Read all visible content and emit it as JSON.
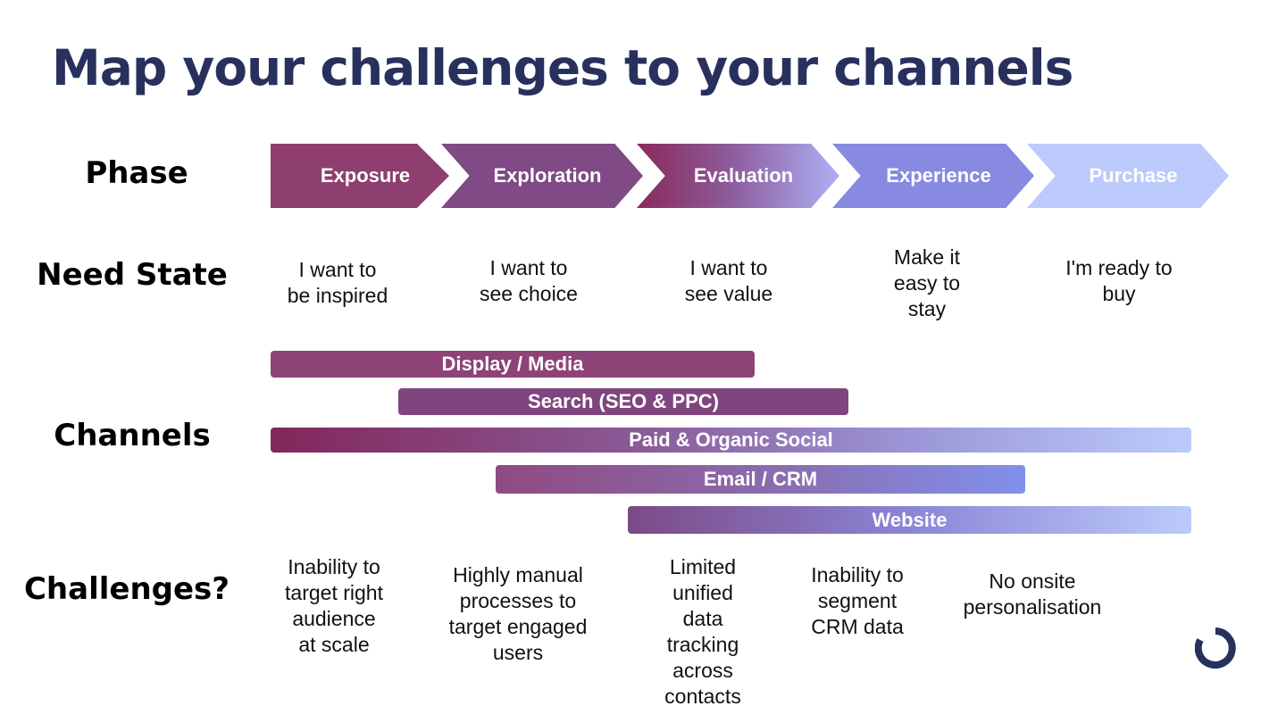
{
  "title": "Map your challenges to your channels",
  "row_labels": {
    "phase": "Phase",
    "need_state": "Need State",
    "channels": "Channels",
    "challenges": "Challenges?"
  },
  "phases": [
    "Exposure",
    "Exploration",
    "Evaluation",
    "Experience",
    "Purchase"
  ],
  "need_states": [
    [
      "I want to",
      "be inspired"
    ],
    [
      "I want to",
      "see choice"
    ],
    [
      "I want to",
      "see value"
    ],
    [
      "Make it",
      "easy to",
      "stay"
    ],
    [
      "I'm ready to",
      "buy"
    ]
  ],
  "channels": [
    "Display / Media",
    "Search (SEO & PPC)",
    "Paid & Organic Social",
    "Email / CRM",
    "Website"
  ],
  "challenges": [
    [
      "Inability to",
      "target right",
      "audience",
      "at scale"
    ],
    [
      "Highly manual",
      "processes to",
      "target engaged",
      "users"
    ],
    [
      "Limited",
      "unified",
      "data",
      "tracking",
      "across",
      "contacts"
    ],
    [
      "Inability to",
      "segment",
      "CRM data"
    ],
    [
      "No onsite",
      "personalisation"
    ]
  ],
  "colors": {
    "title": "#28305e",
    "plum": "#8a2a5a",
    "purple": "#7e4f8c",
    "periwinkle": "#8a8fe4",
    "light_blue": "#b8c8fb"
  },
  "logo_icon": "refresh-ring-logo"
}
